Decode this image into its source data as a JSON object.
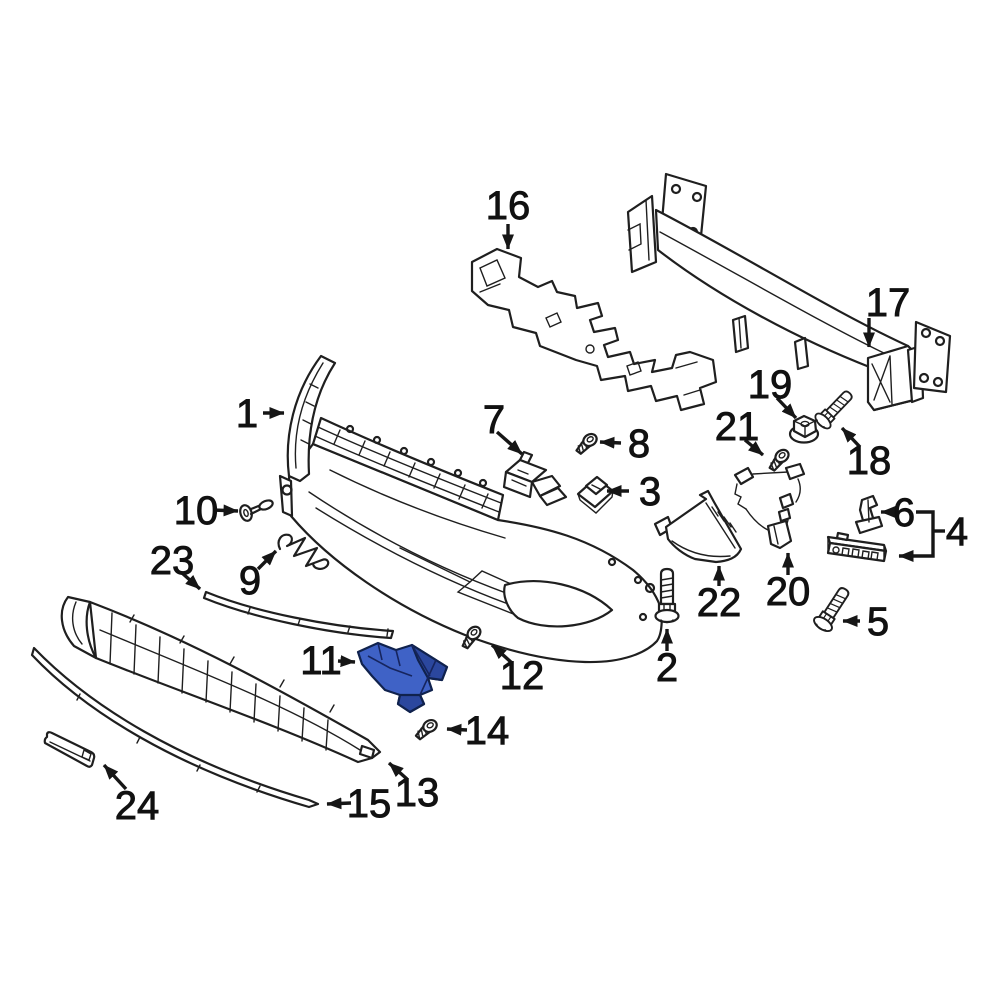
{
  "diagram": {
    "colors": {
      "background": "#ffffff",
      "line": "#1f1f1f",
      "label": "#111111",
      "highlight": "#3f62c6",
      "highlight_dark": "#2b479e"
    },
    "parts": [
      {
        "number": "1",
        "name": "front-bumper-cover"
      },
      {
        "number": "2",
        "name": "bolt"
      },
      {
        "number": "3",
        "name": "retainer-clip"
      },
      {
        "number": "4",
        "name": "side-bracket-rail"
      },
      {
        "number": "5",
        "name": "bolt"
      },
      {
        "number": "6",
        "name": "retainer-clip"
      },
      {
        "number": "7",
        "name": "center-bracket"
      },
      {
        "number": "8",
        "name": "screw"
      },
      {
        "number": "9",
        "name": "spring-clip"
      },
      {
        "number": "10",
        "name": "push-pin-retainer"
      },
      {
        "number": "11",
        "name": "side-support-bracket-highlighted"
      },
      {
        "number": "12",
        "name": "screw"
      },
      {
        "number": "13",
        "name": "lower-grille"
      },
      {
        "number": "14",
        "name": "screw"
      },
      {
        "number": "15",
        "name": "lower-trim-molding"
      },
      {
        "number": "16",
        "name": "impact-absorber"
      },
      {
        "number": "17",
        "name": "bumper-reinforcement-bar"
      },
      {
        "number": "18",
        "name": "bolt"
      },
      {
        "number": "19",
        "name": "flange-nut"
      },
      {
        "number": "20",
        "name": "side-mounting-bracket"
      },
      {
        "number": "21",
        "name": "screw"
      },
      {
        "number": "22",
        "name": "bracket-cover"
      },
      {
        "number": "23",
        "name": "upper-trim-strip"
      },
      {
        "number": "24",
        "name": "lower-bracket"
      }
    ]
  }
}
